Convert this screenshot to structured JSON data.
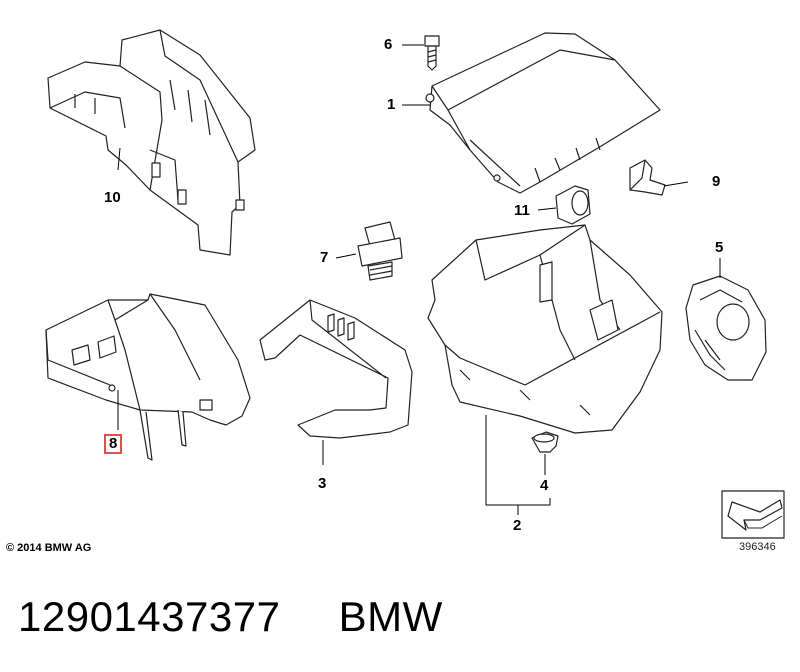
{
  "parts": {
    "p1": "1",
    "p2": "2",
    "p3": "3",
    "p4": "4",
    "p5": "5",
    "p6": "6",
    "p7": "7",
    "p8": "8",
    "p9": "9",
    "p10": "10",
    "p11": "11"
  },
  "highlighted_part": "8",
  "highlight_color": "#d9534f",
  "copyright": "© 2014 BMW AG",
  "reference_number": "396346",
  "footer": {
    "part_number": "12901437377",
    "brand": "BMW"
  }
}
